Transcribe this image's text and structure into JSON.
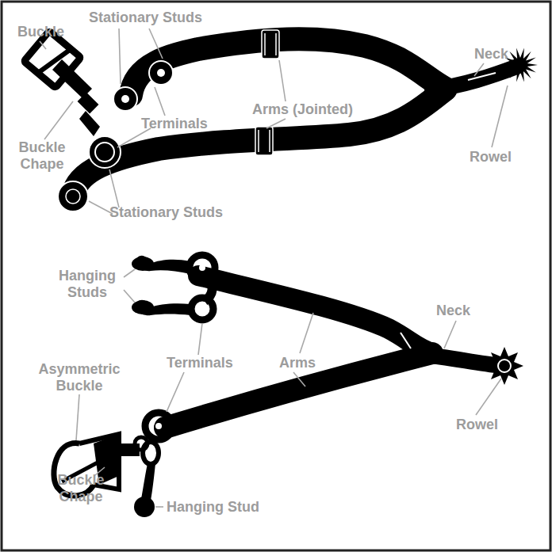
{
  "diagram": {
    "labels": [
      "Stationary Studs",
      "Buckle",
      "Neck",
      "Terminals",
      "Arms (Jointed)",
      "Buckle Chape",
      "Rowel",
      "Stationary Studs",
      "Hanging Studs",
      "Neck",
      "Asymmetric Buckle",
      "Terminals",
      "Arms",
      "Rowel",
      "Buckle Chape",
      "Hanging Stud"
    ]
  }
}
